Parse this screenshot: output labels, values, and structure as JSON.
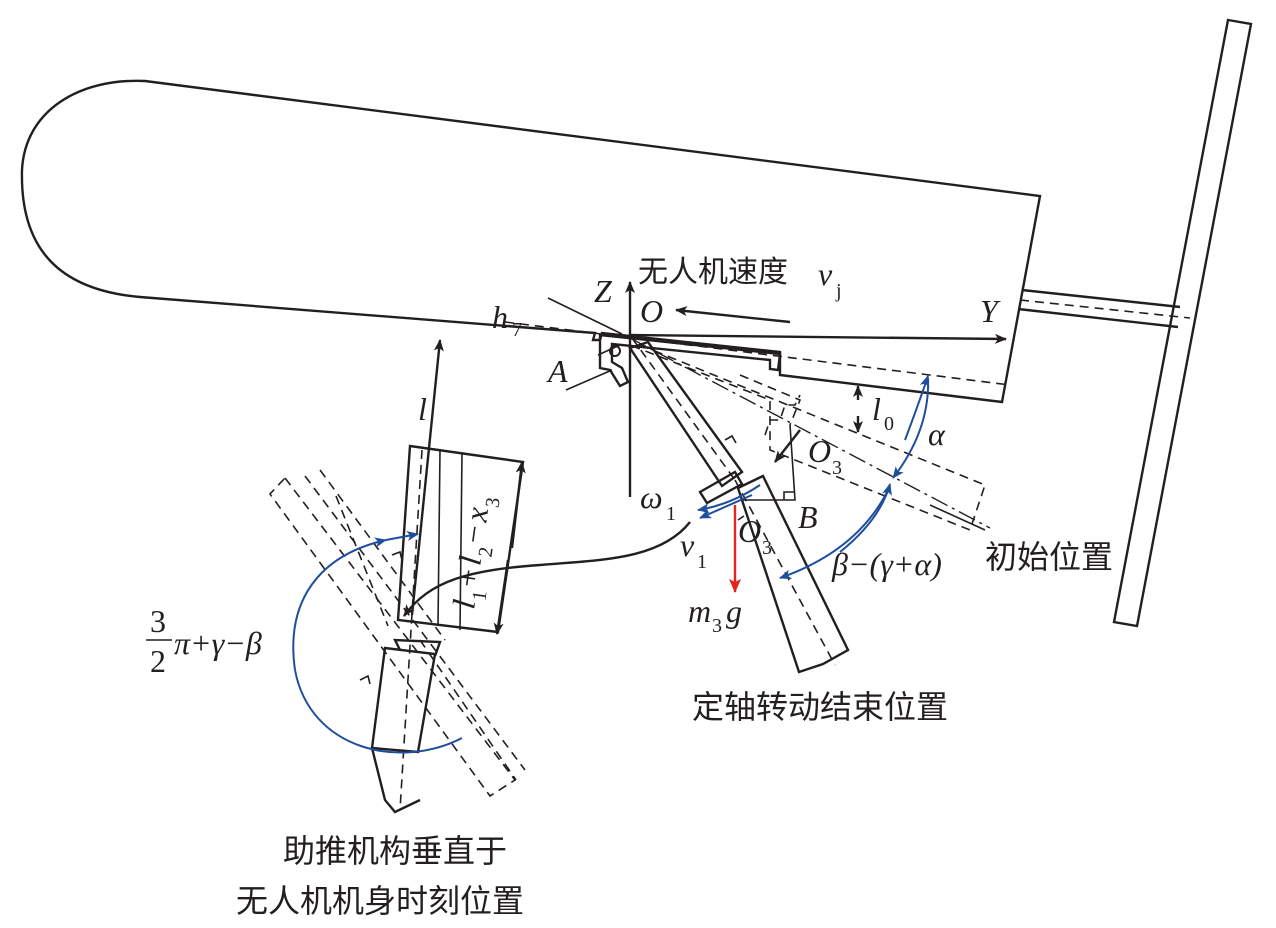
{
  "labels": {
    "uav_speed": "无人机速度",
    "uav_speed_sym": "v",
    "uav_speed_sub": "j",
    "axis_z": "Z",
    "axis_o": "O",
    "axis_y": "Y",
    "h": "h",
    "h_sub": "7",
    "a": "A",
    "l": "l",
    "l0": "l",
    "l0_sub": "0",
    "alpha": "α",
    "o3_upper": "O",
    "o3_upper_sub": "3",
    "o3_lower": "O",
    "o3_lower_sub": "3",
    "omega": "ω",
    "omega_sub": "1",
    "v1": "v",
    "v1_sub": "1",
    "b": "B",
    "m3g_m": "m",
    "m3g_sub": "3",
    "m3g_g": "g",
    "beta_expr": "β−(γ+α)",
    "initial_position": "初始位置",
    "fixed_axis_end": "定轴转动结束位置",
    "frac_num": "3",
    "frac_den": "2",
    "angle_expr": "π+γ−β",
    "length_expr_l1": "l",
    "length_expr_l1_sub": "1",
    "length_expr_plus": "+",
    "length_expr_l2": "l",
    "length_expr_l2_sub": "2",
    "length_expr_minus": "−",
    "length_expr_x3": "x",
    "length_expr_x3_sub": "3",
    "caption_line1": "助推机构垂直于",
    "caption_line2": "无人机机身时刻位置"
  },
  "colors": {
    "line": "#231f20",
    "blue": "#1f4e9c",
    "red": "#e1251b"
  }
}
